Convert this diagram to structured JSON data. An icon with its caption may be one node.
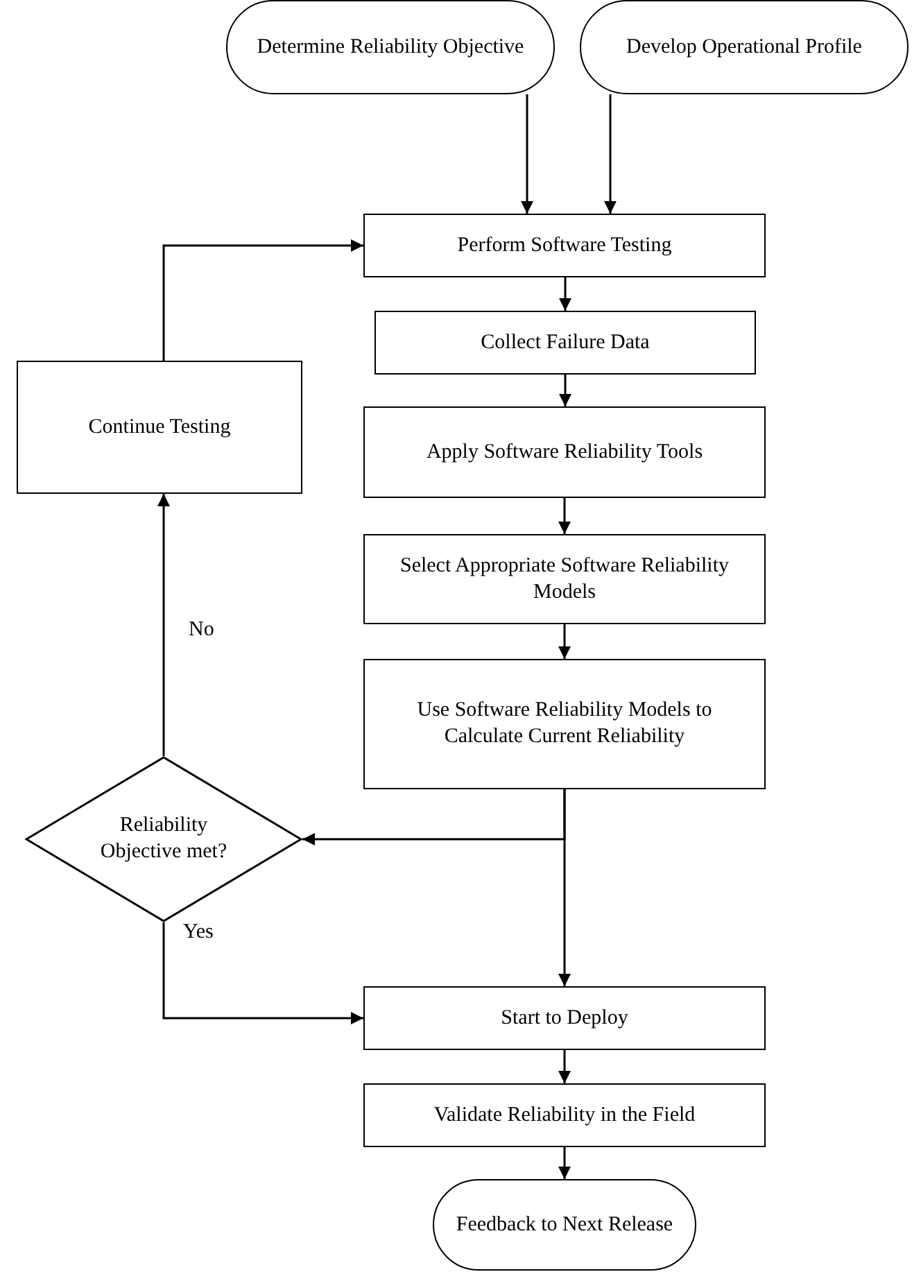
{
  "diagram": {
    "nodes": [
      {
        "text": [
          "Determine Reliability Objective"
        ]
      },
      {
        "text": [
          "Develop Operational Profile"
        ]
      },
      {
        "text": [
          "Perform Software Testing"
        ]
      },
      {
        "text": [
          "Collect Failure Data"
        ]
      },
      {
        "text": [
          "Apply Software Reliability Tools"
        ]
      },
      {
        "text": [
          "Select Appropriate Software Reliability Models"
        ]
      },
      {
        "text": [
          "Use Software Reliability Models to Calculate Current Reliability"
        ]
      },
      {
        "text": [
          "Reliability Objective met?"
        ]
      },
      {
        "text": [
          "Continue Testing"
        ]
      },
      {
        "text": [
          "Start to Deploy"
        ]
      },
      {
        "text": [
          "Validate Reliability in the Field"
        ]
      },
      {
        "text": [
          "Feedback to Next Release"
        ]
      }
    ],
    "edges": [
      {
        "from": 0,
        "to": 2,
        "arrow": "to"
      },
      {
        "from": 1,
        "to": 2,
        "arrow": "to"
      },
      {
        "from": 2,
        "to": 3,
        "arrow": "to"
      },
      {
        "from": 3,
        "to": 4,
        "arrow": "to"
      },
      {
        "from": 4,
        "to": 5,
        "arrow": "to"
      },
      {
        "from": 5,
        "to": 6,
        "arrow": "to"
      },
      {
        "from": 6,
        "to": 7,
        "arrow": "to"
      },
      {
        "from": 6,
        "to": 9,
        "arrow": "to"
      },
      {
        "from": 7,
        "to": 9,
        "arrow": "to",
        "label": "Yes"
      },
      {
        "from": 7,
        "to": 8,
        "arrow": "to",
        "label": "No"
      },
      {
        "from": 8,
        "to": 2,
        "arrow": "to"
      },
      {
        "from": 9,
        "to": 10,
        "arrow": "to"
      },
      {
        "from": 10,
        "to": 11,
        "arrow": "to"
      }
    ]
  }
}
